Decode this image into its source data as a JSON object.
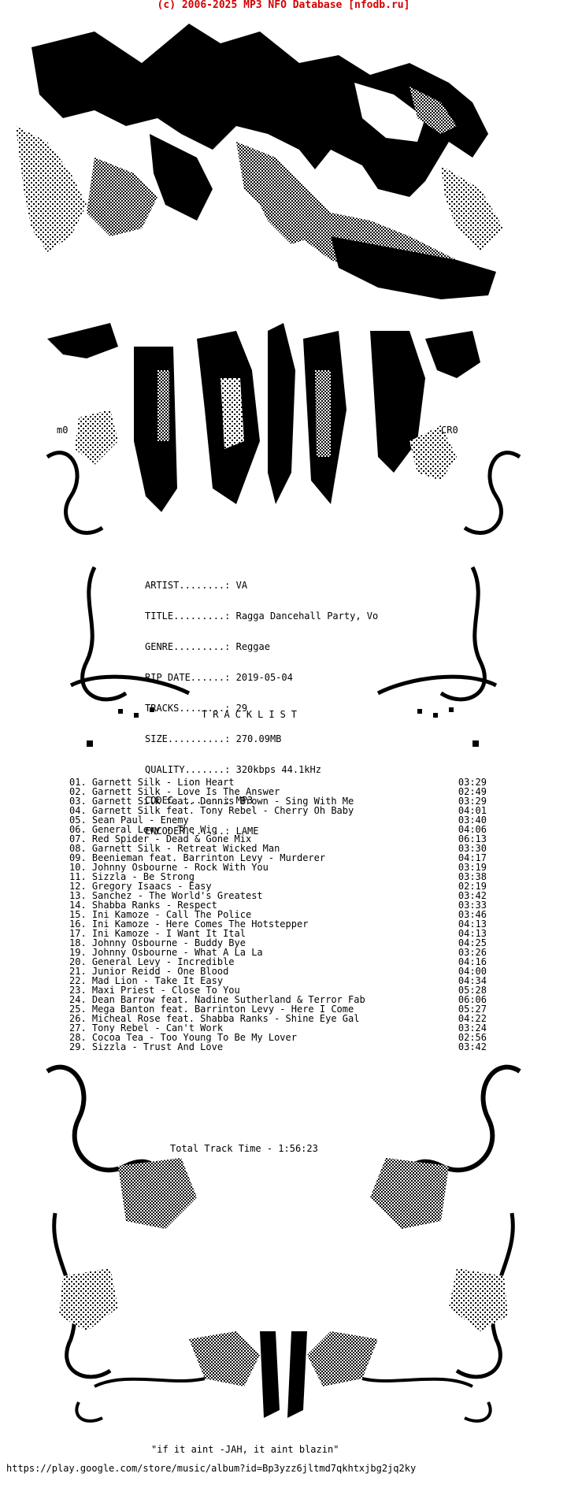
{
  "header": {
    "text": "(c) 2006-2025 MP3 NFO Database [nfodb.ru]",
    "color": "#d40000"
  },
  "art": {
    "left_tag": "m0",
    "right_tag": "CR0"
  },
  "info": {
    "rows": [
      {
        "key": "ARTIST........:",
        "value": "VA"
      },
      {
        "key": "TITLE.........:",
        "value": "Ragga Dancehall Party, Vo"
      },
      {
        "key": "GENRE.........:",
        "value": "Reggae"
      },
      {
        "key": "RIP DATE......:",
        "value": "2019-05-04"
      },
      {
        "key": "TRACKS........:",
        "value": "29"
      },
      {
        "key": "SIZE..........:",
        "value": "270.09MB"
      },
      {
        "key": "QUALITY.......:",
        "value": "320kbps 44.1kHz"
      },
      {
        "key": "CODEC.........:",
        "value": "MP3"
      },
      {
        "key": "ENCODER.......:",
        "value": "LAME"
      }
    ]
  },
  "tracklist_label": "TRACKLIST",
  "tracks": [
    {
      "title": "01. Garnett Silk - Lion Heart",
      "time": "03:29"
    },
    {
      "title": "02. Garnett Silk - Love Is The Answer",
      "time": "02:49"
    },
    {
      "title": "03. Garnett Silk feat. Dennis Brown - Sing With Me",
      "time": "03:29"
    },
    {
      "title": "04. Garnett Silk feat. Tony Rebel - Cherry Oh Baby",
      "time": "04:01"
    },
    {
      "title": "05. Sean Paul - Enemy",
      "time": "03:40"
    },
    {
      "title": "06. General Levy - The Wig",
      "time": "04:06"
    },
    {
      "title": "07. Red Spider - Dead & Gone Mix",
      "time": "06:13"
    },
    {
      "title": "08. Garnett Silk - Retreat Wicked Man",
      "time": "03:30"
    },
    {
      "title": "09. Beenieman feat. Barrinton Levy - Murderer",
      "time": "04:17"
    },
    {
      "title": "10. Johnny Osbourne - Rock With You",
      "time": "03:19"
    },
    {
      "title": "11. Sizzla - Be Strong",
      "time": "03:38"
    },
    {
      "title": "12. Gregory Isaacs - Easy",
      "time": "02:19"
    },
    {
      "title": "13. Sanchez - The World's Greatest",
      "time": "03:42"
    },
    {
      "title": "14. Shabba Ranks - Respect",
      "time": "03:33"
    },
    {
      "title": "15. Ini Kamoze - Call The Police",
      "time": "03:46"
    },
    {
      "title": "16. Ini Kamoze - Here Comes The Hotstepper",
      "time": "04:13"
    },
    {
      "title": "17. Ini Kamoze - I Want It Ital",
      "time": "04:13"
    },
    {
      "title": "18. Johnny Osbourne - Buddy Bye",
      "time": "04:25"
    },
    {
      "title": "19. Johnny Osbourne - What A La La",
      "time": "03:26"
    },
    {
      "title": "20. General Levy - Incredible",
      "time": "04:16"
    },
    {
      "title": "21. Junior Reidd - One Blood",
      "time": "04:00"
    },
    {
      "title": "22. Mad Lion - Take It Easy",
      "time": "04:34"
    },
    {
      "title": "23. Maxi Priest - Close To You",
      "time": "05:28"
    },
    {
      "title": "24. Dean Barrow feat. Nadine Sutherland & Terror Fab",
      "time": "06:06"
    },
    {
      "title": "25. Mega Banton feat. Barrinton Levy - Here I Come",
      "time": "05:27"
    },
    {
      "title": "26. Micheal Rose feat. Shabba Ranks - Shine Eye Gal",
      "time": "04:22"
    },
    {
      "title": "27. Tony Rebel - Can't Work",
      "time": "03:24"
    },
    {
      "title": "28. Cocoa Tea - Too Young To Be My Lover",
      "time": "02:56"
    },
    {
      "title": "29. Sizzla - Trust And Love",
      "time": "03:42"
    }
  ],
  "total": "Total Track Time - 1:56:23",
  "quote": "\"if it aint -JAH, it aint blazin\"",
  "url": "https://play.google.com/store/music/album?id=Bp3yzz6jltmd7qkhtxjbg2jq2ky"
}
